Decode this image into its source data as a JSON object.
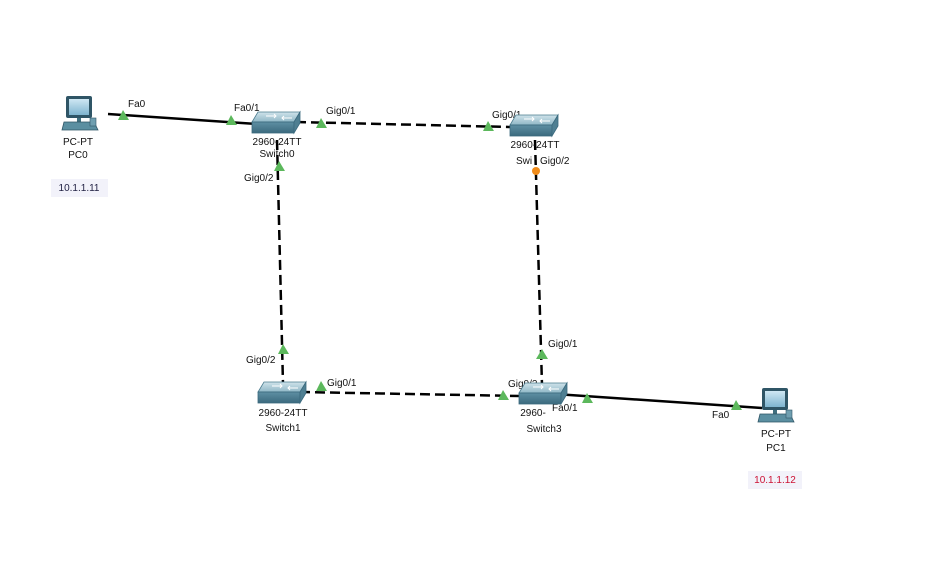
{
  "colors": {
    "link": "#000000",
    "port_up": "#5cb85c",
    "port_blocked": "#f08c1a",
    "ip_pc0": "#222244",
    "ip_pc1": "#cc1133"
  },
  "devices": {
    "pc0": {
      "type": "pc-icon",
      "model": "PC-PT",
      "name": "PC0",
      "ip": "10.1.1.11"
    },
    "pc1": {
      "type": "pc-icon",
      "model": "PC-PT",
      "name": "PC1",
      "ip": "10.1.1.12"
    },
    "switch0": {
      "type": "switch-icon",
      "model": "2960-24TT",
      "name": "Switch0"
    },
    "switch1": {
      "type": "switch-icon",
      "model": "2960-24TT",
      "name": "Switch1"
    },
    "switch2": {
      "type": "switch-icon",
      "model": "2960-24TT",
      "name": "Swi"
    },
    "switch3": {
      "type": "switch-icon",
      "model": "2960-",
      "name": "Switch3"
    }
  },
  "links": [
    {
      "id": "pc0-sw0",
      "style": "solid",
      "a": "Fa0",
      "b": "Fa0/1"
    },
    {
      "id": "sw0-sw2",
      "style": "dashed",
      "a": "Gig0/1",
      "b": "Gig0/1"
    },
    {
      "id": "sw0-sw1",
      "style": "dashed",
      "a": "Gig0/2",
      "b": "Gig0/2"
    },
    {
      "id": "sw2-sw3",
      "style": "dashed",
      "a": "Gig0/2",
      "b": "Gig0/1"
    },
    {
      "id": "sw1-sw3",
      "style": "dashed",
      "a": "Gig0/1",
      "b": "Gig0/2"
    },
    {
      "id": "sw3-pc1",
      "style": "solid",
      "a": "Fa0/1",
      "b": "Fa0"
    }
  ]
}
